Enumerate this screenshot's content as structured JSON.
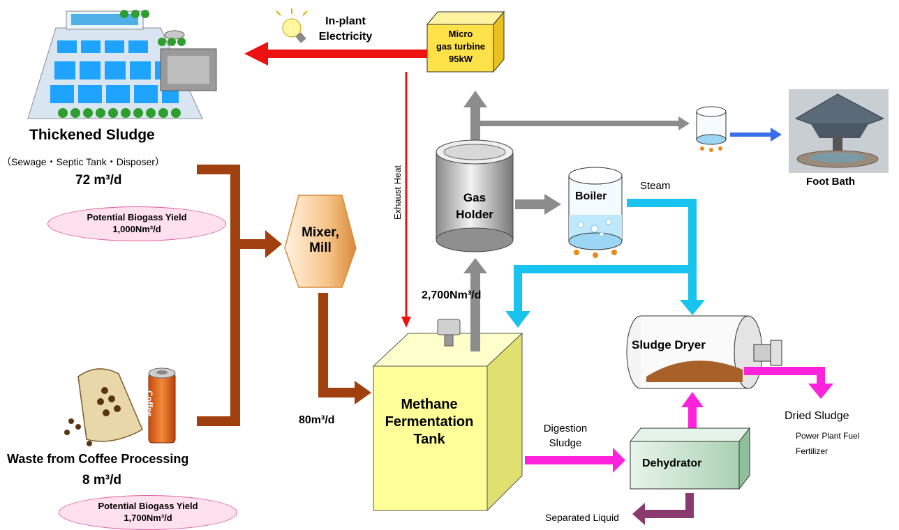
{
  "sources": {
    "sludge": {
      "title": "Thickened Sludge",
      "subtitle": "（Sewage・Septic Tank・Disposer）",
      "volume": "72 m³/d",
      "yield_label": "Potential Biogass Yield",
      "yield_value": "1,000Nm³/d"
    },
    "coffee": {
      "title": "Waste from Coffee Processing",
      "volume": "8 m³/d",
      "yield_label": "Potential Biogass Yield",
      "yield_value": "1,700Nm³/d",
      "can_label": "Coffee"
    }
  },
  "process": {
    "mixer": "Mixer,\nMill",
    "feed_rate": "80m³/d",
    "tank": "Methane\nFermentation\nTank",
    "gas_rate": "2,700Nm³/d",
    "gas_holder": "Gas\nHolder",
    "turbine": "Micro\ngas turbine\n95kW",
    "electricity": "In-plant\nElectricity",
    "exhaust_heat": "Exhaust Heat",
    "boiler": "Boiler",
    "steam": "Steam",
    "foot_bath": "Foot Bath",
    "sludge_dryer": "Sludge Dryer",
    "digestion_sludge": "Digestion\nSludge",
    "dehydrator": "Dehydrator",
    "separated_liquid": "Separated Liquid",
    "dried_sludge": "Dried Sludge",
    "uses": [
      "Power Plant Fuel",
      "Fertilizer"
    ]
  },
  "colors": {
    "brown_flow": "#a0400e",
    "red_flow": "#ee1111",
    "gray_flow": "#8c8c8c",
    "cyan_flow": "#19c3f0",
    "magenta_flow": "#ff22dd",
    "blue_flow": "#3a6ee8",
    "purple_flow": "#8a3a6e",
    "tank_fill": "#ffff99",
    "turbine_fill": "#ffe14a",
    "dehydrator_fill": "#cfe8d4",
    "pill_fill": "#ffe0ee"
  }
}
